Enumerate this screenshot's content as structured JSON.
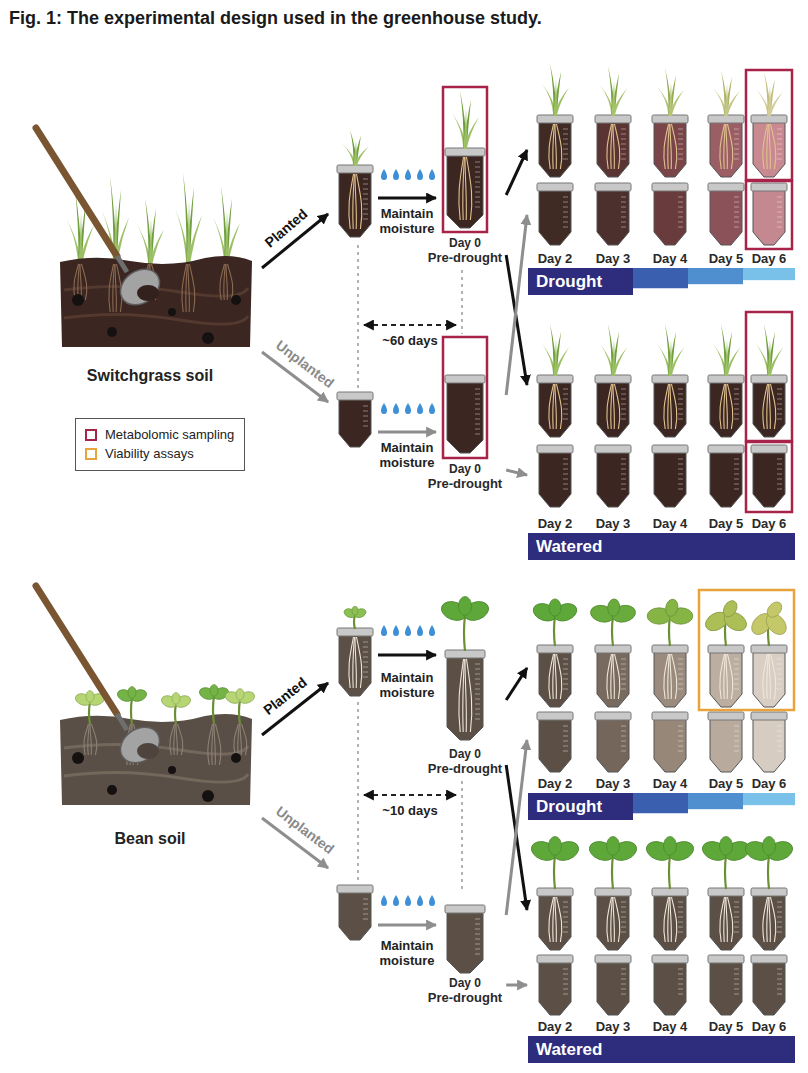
{
  "diagram": {
    "title": "Fig. 1: The experimental design used in the greenhouse study.",
    "nodes": [
      {
        "text": [
          "Switchgrass soil"
        ]
      },
      {
        "text": [
          "Day 0",
          "Pre-drought"
        ]
      },
      {
        "text": [
          "Drought"
        ]
      },
      {
        "text": [
          "Day 0",
          "Pre-drought"
        ]
      },
      {
        "text": [
          "Watered"
        ]
      },
      {
        "text": [
          "Bean soil"
        ]
      },
      {
        "text": [
          "Day 0",
          "Pre-drought"
        ]
      },
      {
        "text": [
          "Drought"
        ]
      },
      {
        "text": [
          "Day 0",
          "Pre-drought"
        ]
      },
      {
        "text": [
          "Watered"
        ]
      }
    ],
    "edges": [
      {
        "from": 1,
        "to": 2,
        "arrow": "to"
      },
      {
        "from": 1,
        "to": 4,
        "arrow": "to"
      },
      {
        "from": 3,
        "to": 2,
        "arrow": "to"
      },
      {
        "from": 3,
        "to": 4,
        "arrow": "to"
      },
      {
        "from": 6,
        "to": 7,
        "arrow": "to"
      },
      {
        "from": 6,
        "to": 9,
        "arrow": "to"
      },
      {
        "from": 8,
        "to": 7,
        "arrow": "to"
      },
      {
        "from": 8,
        "to": 9,
        "arrow": "to"
      }
    ],
    "labels": [
      "Planted",
      "Maintain moisture",
      "~60 days",
      "Unplanted",
      "Maintain moisture",
      "Day 2",
      "Day 3",
      "Day 4",
      "Day 5",
      "Day 6",
      "Day 2",
      "Day 3",
      "Day 4",
      "Day 5",
      "Day 6",
      "Planted",
      "Maintain moisture",
      "~10 days",
      "Unplanted",
      "Maintain moisture",
      "Day 2",
      "Day 3",
      "Day 4",
      "Day 5",
      "Day 6",
      "Day 2",
      "Day 3",
      "Day 4",
      "Day 5",
      "Day 6"
    ],
    "legend": [
      {
        "text": "Metabolomic sampling",
        "color": "#a8234a"
      },
      {
        "text": "Viability assays",
        "color": "#e8a33c"
      }
    ]
  }
}
